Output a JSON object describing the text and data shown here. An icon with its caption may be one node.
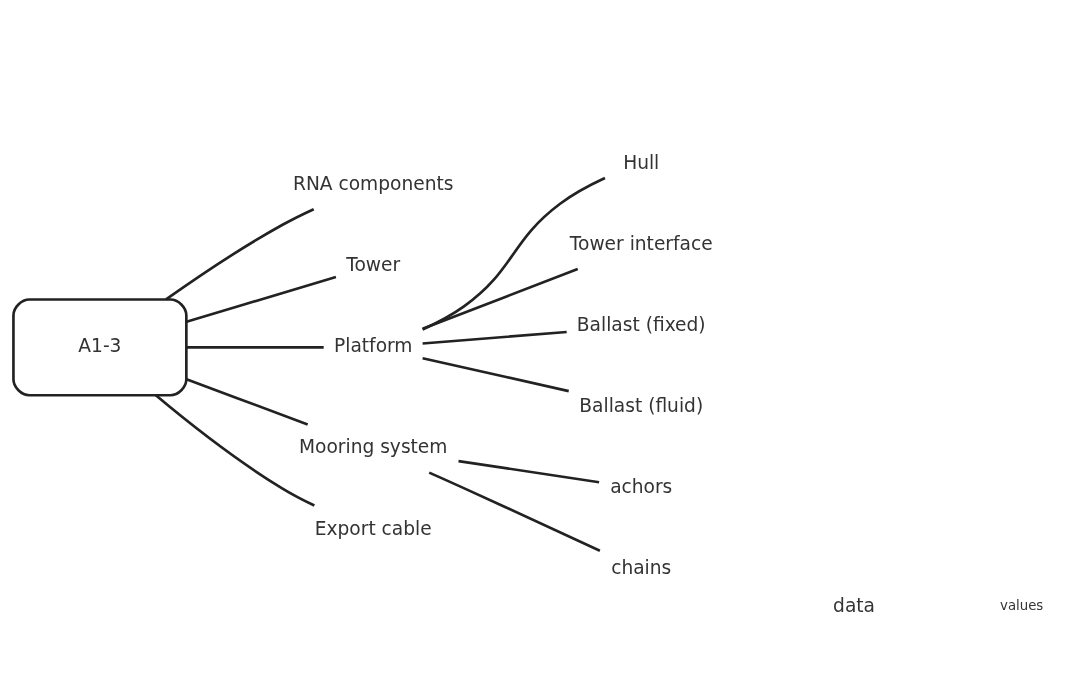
{
  "diagram": {
    "nodes": [
      {
        "text": [
          "A1-3"
        ]
      },
      {
        "text": [
          "RNA components"
        ]
      },
      {
        "text": [
          "Tower"
        ]
      },
      {
        "text": [
          "Platform"
        ]
      },
      {
        "text": [
          "Hull"
        ]
      },
      {
        "text": [
          "Tower interface"
        ]
      },
      {
        "text": [
          "Ballast (fixed)"
        ]
      },
      {
        "text": [
          "Ballast (fluid)"
        ]
      },
      {
        "text": [
          "Mooring system"
        ]
      },
      {
        "text": [
          "achors"
        ]
      },
      {
        "text": [
          "chains"
        ]
      },
      {
        "text": [
          "Export cable"
        ]
      }
    ],
    "edges": [
      {
        "from": 0,
        "to": 1,
        "arrow": "none"
      },
      {
        "from": 0,
        "to": 2,
        "arrow": "none"
      },
      {
        "from": 0,
        "to": 3,
        "arrow": "none"
      },
      {
        "from": 3,
        "to": 4,
        "arrow": "none"
      },
      {
        "from": 3,
        "to": 5,
        "arrow": "none"
      },
      {
        "from": 3,
        "to": 6,
        "arrow": "none"
      },
      {
        "from": 3,
        "to": 7,
        "arrow": "none"
      },
      {
        "from": 0,
        "to": 8,
        "arrow": "none"
      },
      {
        "from": 8,
        "to": 9,
        "arrow": "none"
      },
      {
        "from": 8,
        "to": 10,
        "arrow": "none"
      },
      {
        "from": 0,
        "to": 11,
        "arrow": "none"
      }
    ],
    "labels": [
      "data",
      "values"
    ]
  }
}
